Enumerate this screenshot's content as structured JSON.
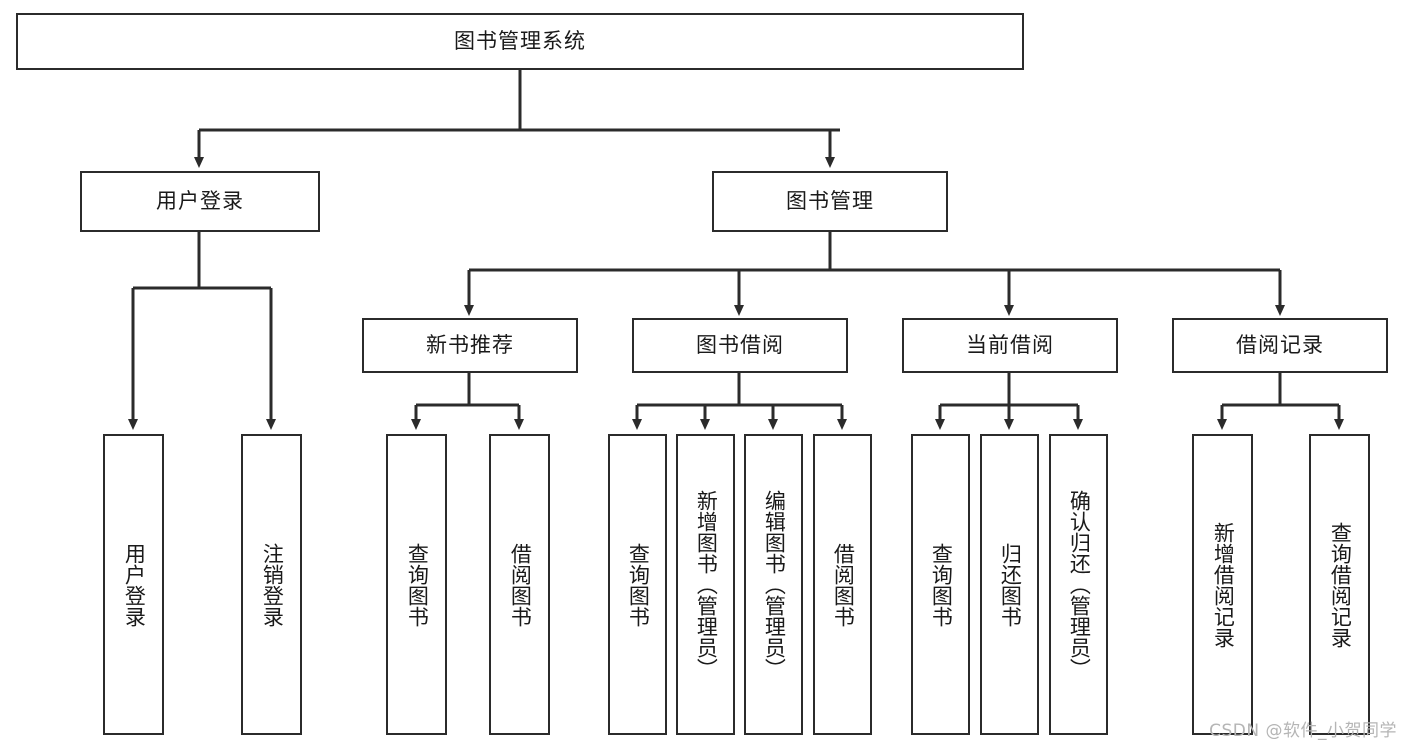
{
  "diagram": {
    "title": "图书管理系统",
    "root": {
      "label": "图书管理系统"
    },
    "level2": [
      {
        "label": "用户登录"
      },
      {
        "label": "图书管理"
      }
    ],
    "level3": [
      {
        "label": "新书推荐"
      },
      {
        "label": "图书借阅"
      },
      {
        "label": "当前借阅"
      },
      {
        "label": "借阅记录"
      }
    ],
    "leaves": {
      "user_login": [
        {
          "label": "用户登录"
        },
        {
          "label": "注销登录"
        }
      ],
      "new_book_recommend": [
        {
          "label": "查询图书"
        },
        {
          "label": "借阅图书"
        }
      ],
      "book_borrow": [
        {
          "label": "查询图书"
        },
        {
          "label": "新增图书（管理员）"
        },
        {
          "label": "编辑图书（管理员）"
        },
        {
          "label": "借阅图书"
        }
      ],
      "current_borrow": [
        {
          "label": "查询图书"
        },
        {
          "label": "归还图书"
        },
        {
          "label": "确认归还（管理员）"
        }
      ],
      "borrow_record": [
        {
          "label": "新增借阅记录"
        },
        {
          "label": "查询借阅记录"
        }
      ]
    }
  },
  "watermark": {
    "text": "CSDN @软件_小贺同学"
  },
  "colors": {
    "stroke": "#2b2b2b",
    "fill": "#ffffff",
    "text": "#1a1a1a",
    "watermark": "#b5b5b5"
  }
}
